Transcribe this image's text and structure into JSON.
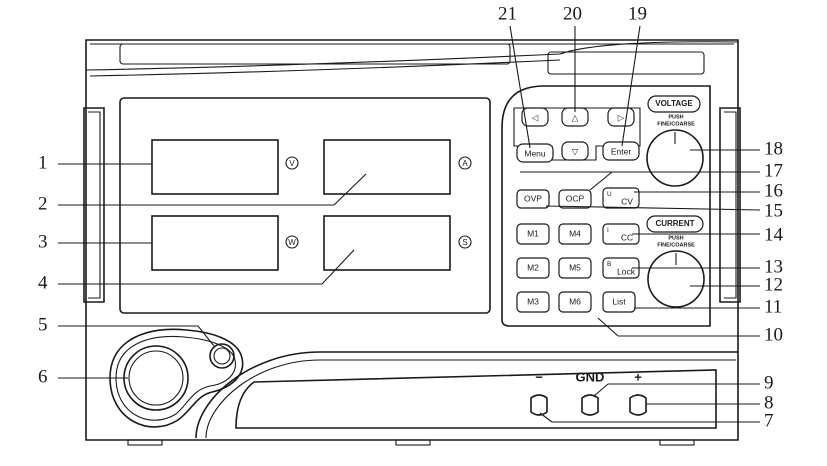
{
  "displays": {
    "voltage_unit": "V",
    "current_unit": "A",
    "power_unit": "W",
    "seconds_unit": "S"
  },
  "nav": {
    "left": "◁",
    "up": "△",
    "right": "▷",
    "down": "▽",
    "menu": "Menu",
    "enter": "Enter"
  },
  "knobs": {
    "voltage_label": "VOLTAGE",
    "current_label": "CURRENT",
    "push": "PUSH",
    "fine_coarse": "FINE/COARSE"
  },
  "buttons": {
    "ovp": "OVP",
    "ocp": "OCP",
    "cv_prefix": "U",
    "cv": "CV",
    "cc_prefix": "I",
    "cc": "CC",
    "lock_prefix": "B",
    "lock": "Lock",
    "list": "List",
    "memory": [
      "M1",
      "M4",
      "M2",
      "M5",
      "M3",
      "M6"
    ]
  },
  "terminals": {
    "minus": "−",
    "gnd": "GND",
    "plus": "+"
  },
  "callouts": [
    "1",
    "2",
    "3",
    "4",
    "5",
    "6",
    "7",
    "8",
    "9",
    "10",
    "11",
    "12",
    "13",
    "14",
    "15",
    "16",
    "17",
    "18",
    "19",
    "20",
    "21"
  ]
}
